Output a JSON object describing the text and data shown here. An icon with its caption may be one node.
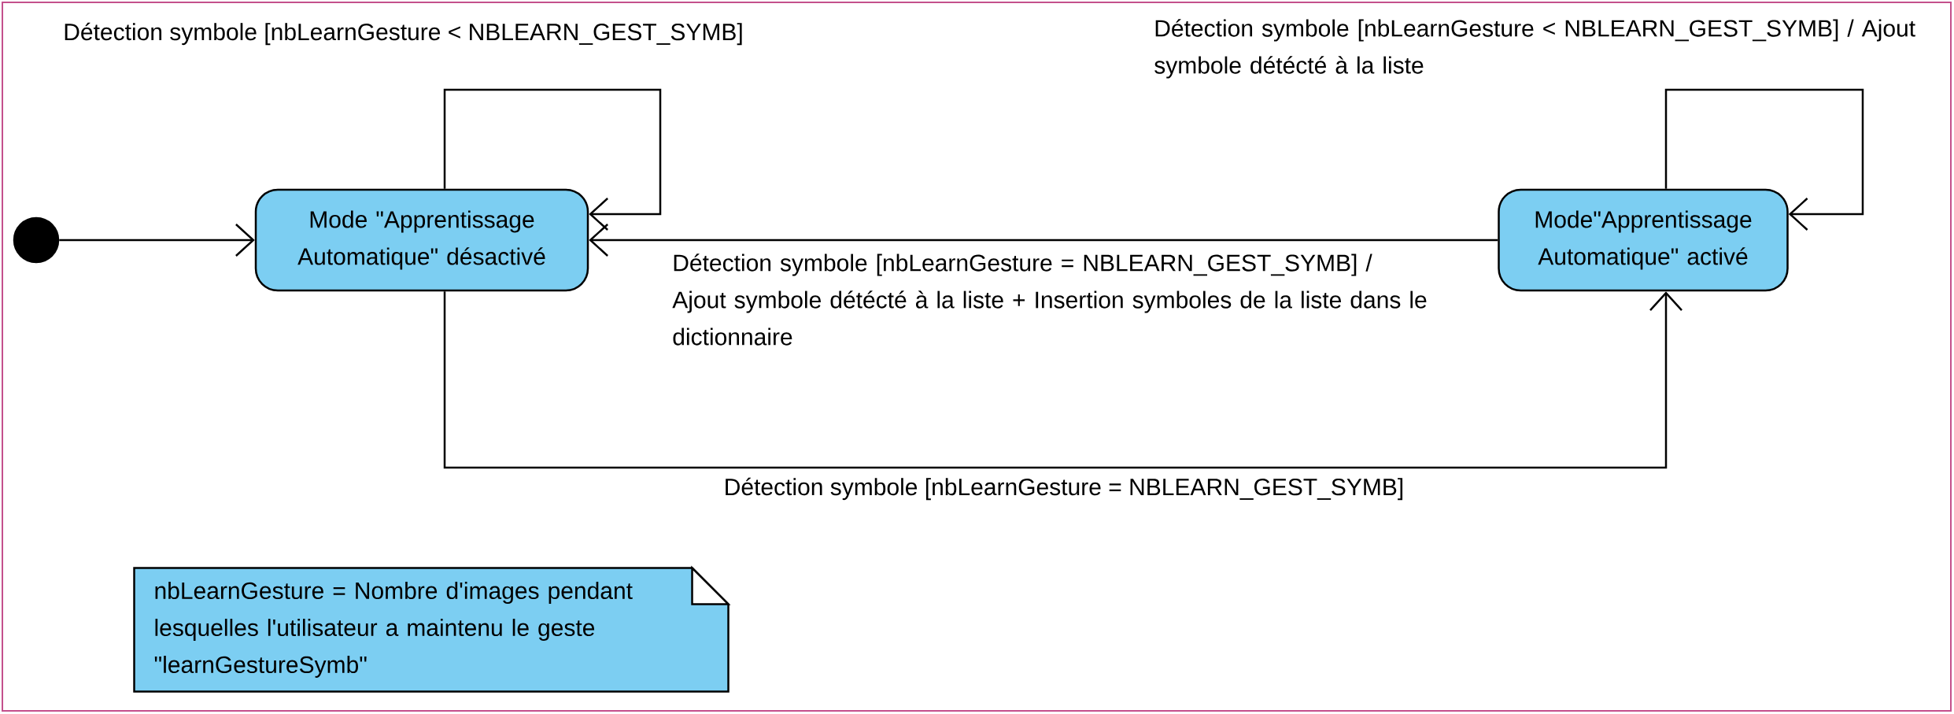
{
  "diagram": {
    "nodes": [
      {
        "text": [],
        "shape": "circle"
      },
      {
        "text": [
          "Mode \"Apprentissage Automatique\" désactivé"
        ]
      },
      {
        "text": [
          "Mode\"Apprentissage Automatique\" activé"
        ]
      },
      {
        "text": [
          "nbLearnGesture = Nombre d'images pendant lesquelles l'utilisateur a maintenu le geste \"learnGestureSymb\""
        ]
      }
    ],
    "edges": [
      {
        "from": 0,
        "to": 1,
        "arrow": "to"
      },
      {
        "from": 1,
        "to": 1,
        "arrow": "to",
        "label": "Détection symbole [nbLearnGesture < NBLEARN_GEST_SYMB]"
      },
      {
        "from": 2,
        "to": 1,
        "arrow": "to",
        "label": "Détection symbole [nbLearnGesture = NBLEARN_GEST_SYMB] / Ajout symbole détécté à la liste + Insertion symboles de la liste dans le dictionnaire"
      },
      {
        "from": 1,
        "to": 2,
        "arrow": "to",
        "label": "Détection symbole [nbLearnGesture = NBLEARN_GEST_SYMB]"
      },
      {
        "from": 2,
        "to": 2,
        "arrow": "to",
        "label": "Détection symbole [nbLearnGesture < NBLEARN_GEST_SYMB] / Ajout symbole détécté à la liste"
      }
    ]
  }
}
